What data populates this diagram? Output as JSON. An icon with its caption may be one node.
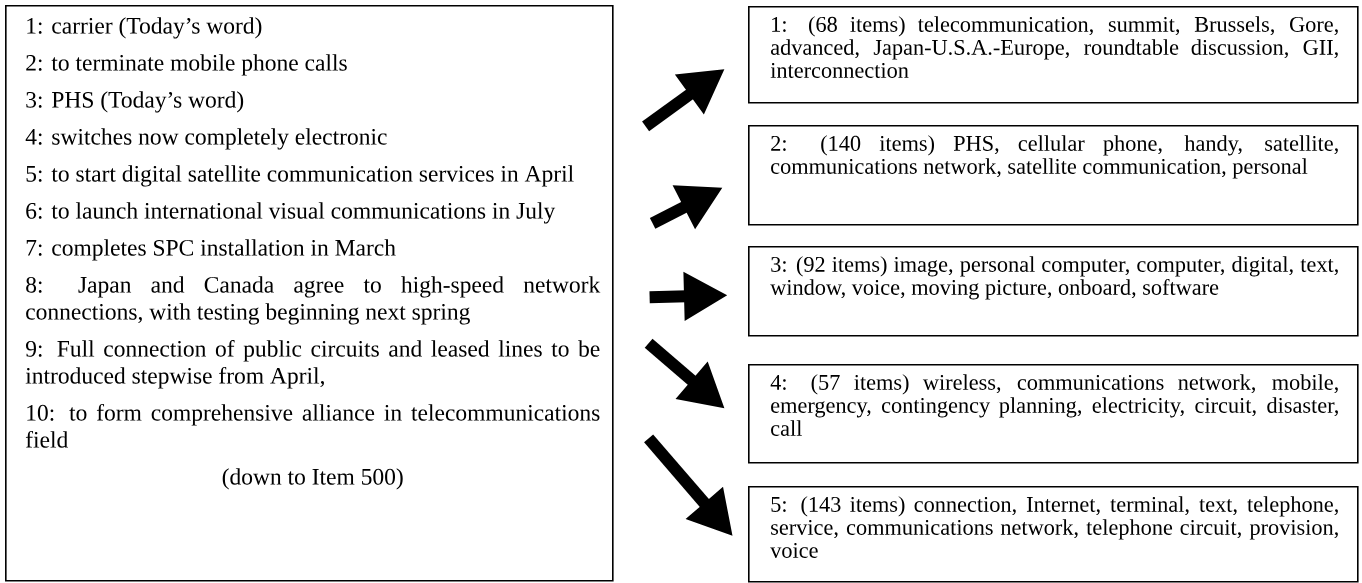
{
  "diagram": {
    "nodes": [
      {
        "text": [
          "1: carrier (Today’s word)",
          "2: to terminate mobile phone calls",
          "3: PHS (Today’s word)",
          "4: switches now completely electronic",
          "5: to start digital satellite communication services in April",
          "6: to launch international visual communications in July",
          "7: completes SPC installation in March",
          "8: Japan and Canada agree to high-speed network connections, with testing beginning next spring",
          "9: Full connection of public circuits and leased lines to be introduced stepwise from April,",
          "10: to form comprehensive alliance in telecommunications field",
          "(down to Item 500)"
        ]
      },
      {
        "text": [
          "1: (68 items) telecommunication, summit, Brussels, Gore, advanced, Japan-U.S.A.-Europe, roundtable discussion, GII, interconnection"
        ]
      },
      {
        "text": [
          "2: (140 items) PHS, cellular phone, handy, satellite, communications network, satellite communication, personal"
        ]
      },
      {
        "text": [
          "3: (92 items) image, personal computer, computer, digital, text, window, voice, moving picture, onboard, software"
        ]
      },
      {
        "text": [
          "4: (57 items) wireless, communications network, mobile, emergency, contingency planning, electricity, circuit, disaster, call"
        ]
      },
      {
        "text": [
          "5: (143 items) connection, Internet, terminal, text, telephone, service, communications network, telephone circuit, provision, voice"
        ]
      }
    ],
    "edges": [
      {
        "from": 0,
        "to": 1,
        "arrow": "to"
      },
      {
        "from": 0,
        "to": 2,
        "arrow": "to"
      },
      {
        "from": 0,
        "to": 3,
        "arrow": "to"
      },
      {
        "from": 0,
        "to": 4,
        "arrow": "to"
      },
      {
        "from": 0,
        "to": 5,
        "arrow": "to"
      }
    ]
  }
}
